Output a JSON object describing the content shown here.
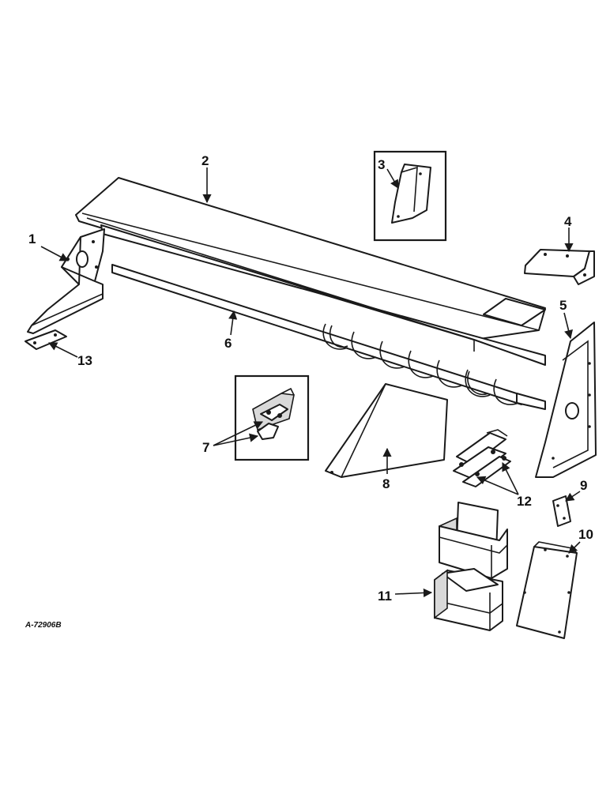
{
  "diagram": {
    "reference_code": "A-72906B",
    "callouts": {
      "c1": "1",
      "c2": "2",
      "c3": "3",
      "c4": "4",
      "c5": "5",
      "c6": "6",
      "c7": "7",
      "c8": "8",
      "c9": "9",
      "c10": "10",
      "c11": "11",
      "c12": "12",
      "c13": "13"
    }
  }
}
